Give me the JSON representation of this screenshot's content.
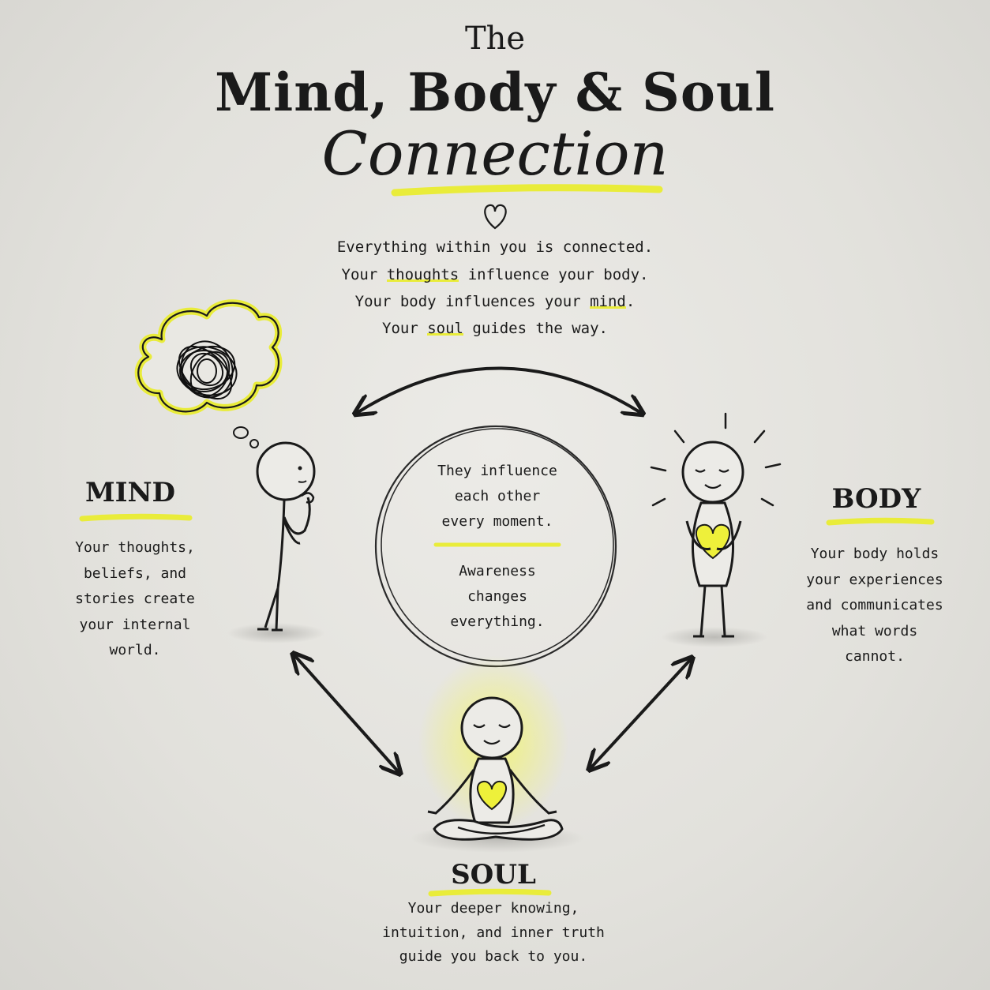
{
  "header": {
    "the": "The",
    "main": "Mind, Body & Soul",
    "script": "Connection"
  },
  "intro": {
    "line1": "Everything within you is connected.",
    "line2_pre": "Your ",
    "line2_hl": "thoughts",
    "line2_post": " influence your body.",
    "line3_pre": "Your body influences your ",
    "line3_hl": "mind",
    "line3_post": ".",
    "line4_pre": "Your ",
    "line4_hl": "soul",
    "line4_post": " guides the way."
  },
  "center": {
    "line1": "They influence",
    "line2": "each other",
    "line3": "every moment.",
    "line4": "Awareness",
    "line5": "changes",
    "line6": "everything."
  },
  "mind": {
    "label": "MIND",
    "line1": "Your thoughts,",
    "line2": "beliefs, and",
    "line3": "stories create",
    "line4": "your internal",
    "line5": "world."
  },
  "body": {
    "label": "BODY",
    "line1": "Your body holds",
    "line2": "your experiences",
    "line3": "and communicates",
    "line4": "what words",
    "line5": "cannot."
  },
  "soul": {
    "label": "SOUL",
    "line1": "Your deeper knowing,",
    "line2": "intuition, and inner truth",
    "line3": "guide you back to you."
  },
  "colors": {
    "ink": "#1a1a1a",
    "highlight": "#e9ec3a",
    "paper": "#e4e3df"
  },
  "icons": [
    "heart-icon",
    "thought-cloud-icon",
    "tangled-scribble-icon",
    "sun-rays-icon",
    "double-arrow-icon"
  ]
}
